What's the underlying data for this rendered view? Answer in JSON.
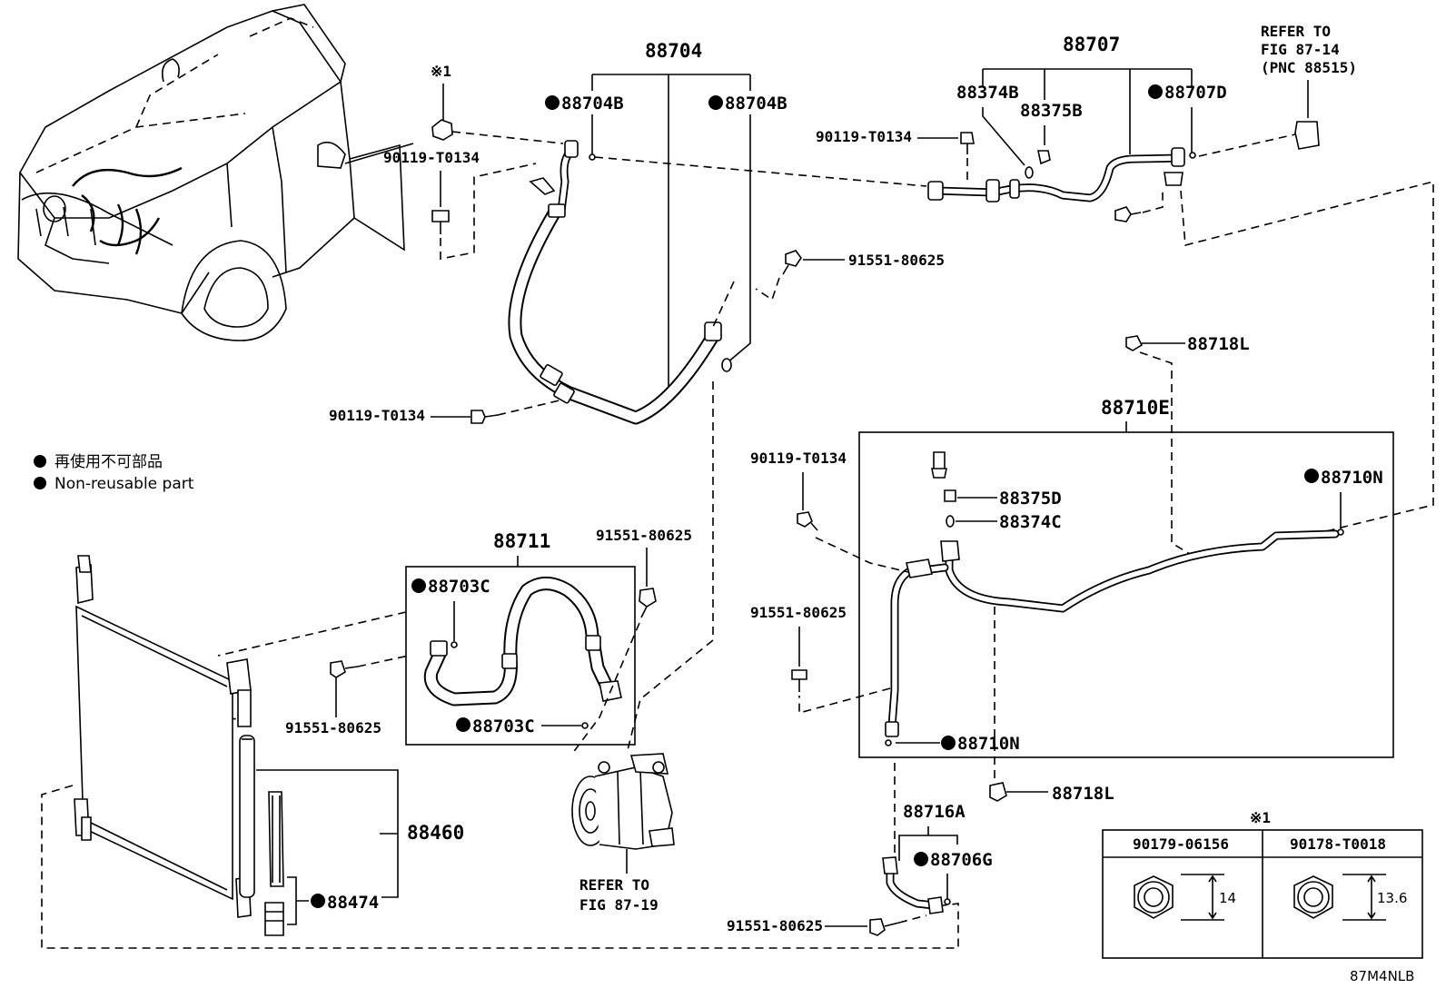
{
  "diagram_code": "87M4NLB",
  "legend": [
    {
      "marker": "●",
      "text": "再使用不可部品"
    },
    {
      "marker": "●",
      "text": "Non-reusable part"
    }
  ],
  "note_marker": "※1",
  "refs": {
    "fig_87_14": [
      "REFER TO",
      "FIG 87-14",
      "(PNC 88515)"
    ],
    "fig_87_19": [
      "REFER TO",
      "FIG 87-19"
    ]
  },
  "labels": {
    "p88704": "88704",
    "p88704b_l": "88704B",
    "p88704b_r": "88704B",
    "p88707": "88707",
    "p88374b": "88374B",
    "p88375b": "88375B",
    "p88707d": "88707D",
    "b90119_a": "90119-T0134",
    "b90119_b": "90119-T0134",
    "b90119_c": "90119-T0134",
    "b90119_d": "90119-T0134",
    "b91551_a": "91551-80625",
    "b91551_b": "91551-80625",
    "b91551_c": "91551-80625",
    "b91551_d": "91551-80625",
    "b91551_e": "91551-80625",
    "p88718l_a": "88718L",
    "p88718l_b": "88718L",
    "p88710e": "88710E",
    "p88375d": "88375D",
    "p88374c": "88374C",
    "p88710n_a": "88710N",
    "p88710n_b": "88710N",
    "p88711": "88711",
    "p88703c_a": "88703C",
    "p88703c_b": "88703C",
    "p88460": "88460",
    "p88474": "88474",
    "p88716a": "88716A",
    "p88706g": "88706G"
  },
  "nut_table": {
    "marker": "※1",
    "columns": [
      {
        "part": "90179-06156",
        "dimension": "14"
      },
      {
        "part": "90178-T0018",
        "dimension": "13.6"
      }
    ]
  }
}
